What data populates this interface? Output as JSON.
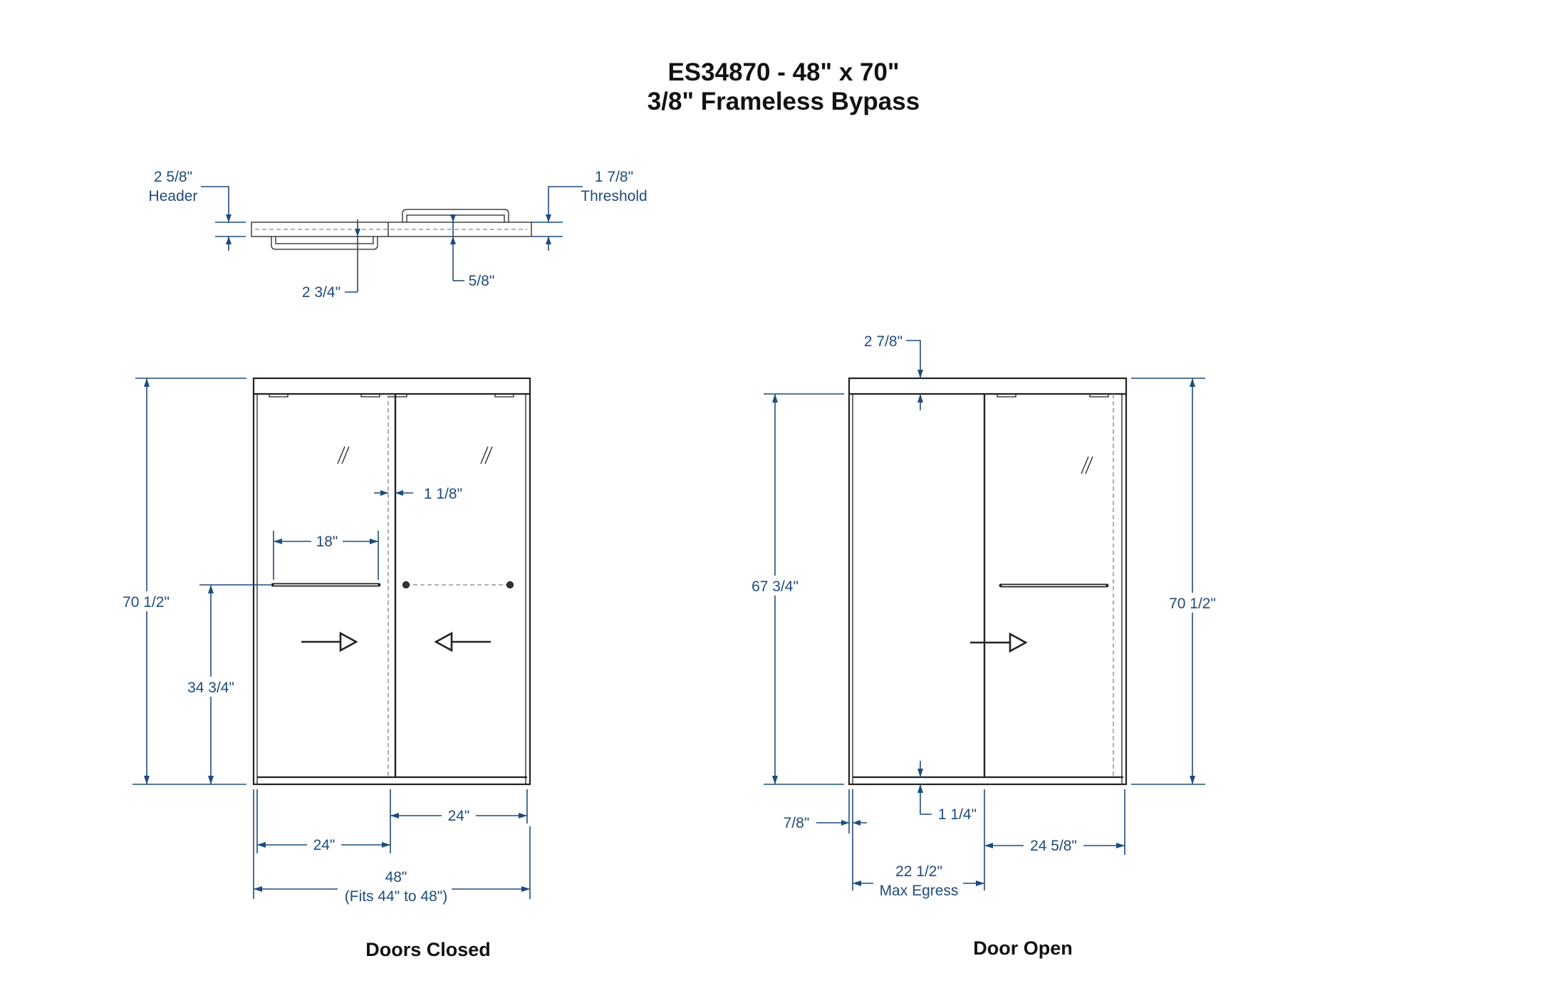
{
  "title": {
    "line1": "ES34870  -  48\" x 70\"",
    "line2": "3/8\" Frameless Bypass"
  },
  "colors": {
    "dimension": "#1f4b7c",
    "line": "#222222"
  },
  "top_view": {
    "header_value": "2 5/8\"",
    "header_label": "Header",
    "threshold_value": "1 7/8\"",
    "threshold_label": "Threshold",
    "handle_depth": "2 3/4\"",
    "glass_gap": "5/8\""
  },
  "doors_closed": {
    "caption": "Doors Closed",
    "height": "70 1/2\"",
    "handle_height": "34 3/4\"",
    "handle_length": "18\"",
    "overlap": "1 1/8\"",
    "panel_left": "24\"",
    "panel_right": "24\"",
    "width": "48\"",
    "fits": "(Fits 44\" to 48\")"
  },
  "door_open": {
    "caption": "Door Open",
    "header_height": "2 7/8\"",
    "glass_height": "67 3/4\"",
    "total_height": "70 1/2\"",
    "threshold": "1 1/4\"",
    "side_gap": "7/8\"",
    "egress_value": "22 1/2\"",
    "egress_label": "Max Egress",
    "panel_width": "24 5/8\""
  }
}
